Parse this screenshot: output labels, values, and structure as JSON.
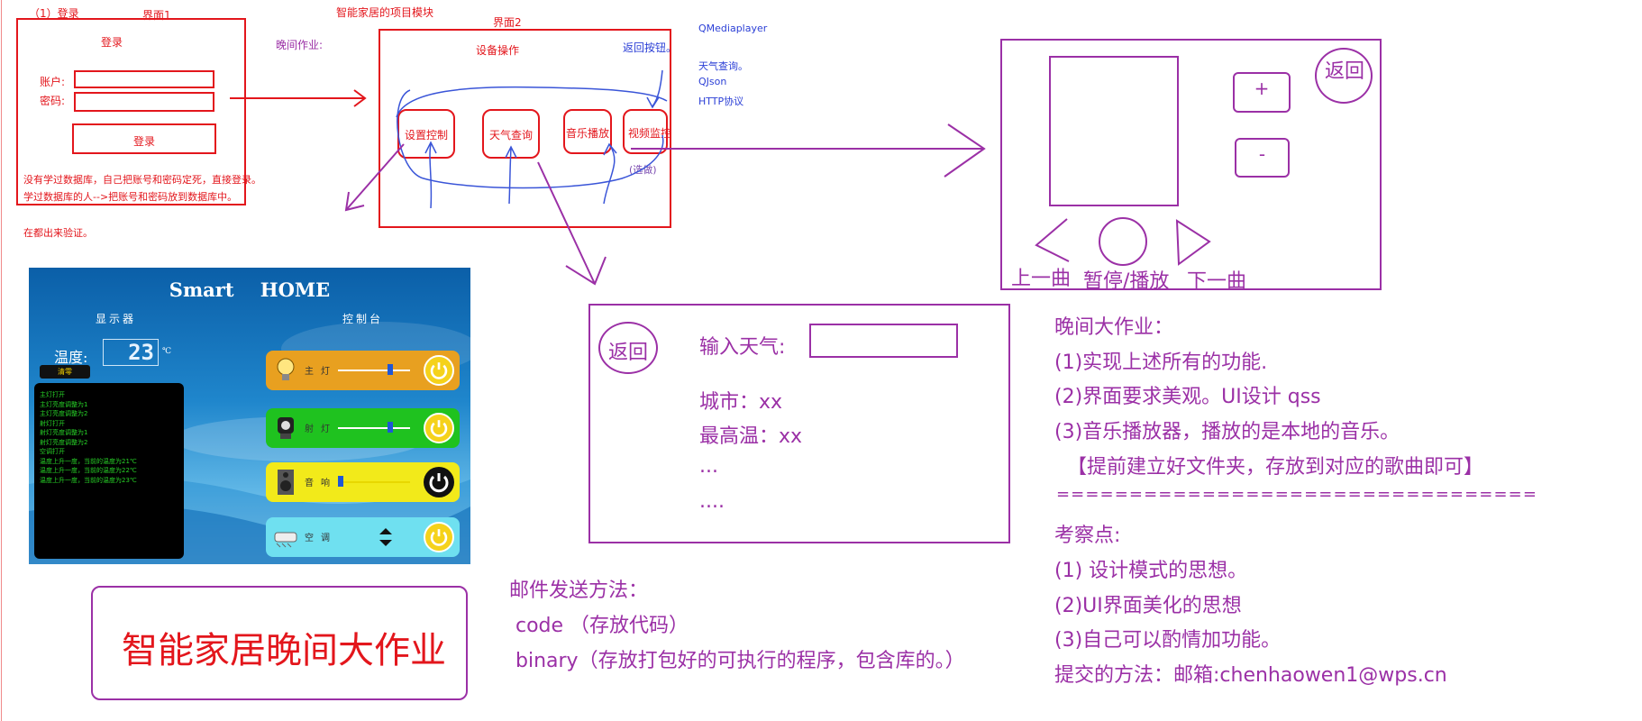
{
  "ui1": {
    "section": "（1）登录",
    "title": "界面1",
    "login_heading": "登录",
    "account_label": "账户:",
    "password_label": "密码:",
    "login_button": "登录",
    "note1": "没有学过数据库，自己把账号和密码定死，直接登录。",
    "note2": "学过数据库的人-->把账号和密码放到数据库中。",
    "note3": "在都出来验证。"
  },
  "module_title": "智能家居的项目模块",
  "evening_label": "晚间作业:",
  "ui2": {
    "title": "界面2",
    "device_op": "设备操作",
    "back_button": "返回按钮。",
    "buttons": [
      "设置控制",
      "天气查询",
      "音乐播放",
      "视频监控"
    ],
    "optional": "(选做)"
  },
  "tech_notes": [
    "QMediaplayer",
    "天气查询。",
    "QJson",
    "HTTP协议"
  ],
  "player": {
    "back": "返回",
    "plus": "+",
    "minus": "-",
    "prev": "上一曲",
    "pause_play": "暂停/播放",
    "next": "下一曲"
  },
  "smart_home": {
    "title": "Smart    HOME",
    "display_label": "显示器",
    "console_label": "控制台",
    "temp_label": "温度:",
    "temp_value": "23",
    "temp_unit": "℃",
    "clear_button": "清零",
    "log_lines": [
      "主灯打开",
      "主灯亮度调整为1",
      "主灯亮度调整为2",
      "射灯打开",
      "射灯亮度调整为1",
      "射灯亮度调整为2",
      "空调打开",
      "温度上升一度，当前的温度为21℃",
      "温度上升一度，当前的温度为22℃",
      "温度上升一度，当前的温度为23℃"
    ],
    "devices": [
      {
        "name": "主灯",
        "color": "#e8a020"
      },
      {
        "name": "射灯",
        "color": "#1fc21f"
      },
      {
        "name": "音响",
        "color": "#f2ea1a"
      },
      {
        "name": "空调",
        "color": "#6fe0f0"
      }
    ]
  },
  "weather": {
    "back": "返回",
    "input_label": "输入天气:",
    "city": "城市：xx",
    "max_temp": "最高温：xx",
    "dots1": "...",
    "dots2": "...."
  },
  "big_title": "智能家居晚间大作业",
  "email": {
    "heading": "邮件发送方法：",
    "code": "code （存放代码）",
    "binary": "binary（存放打包好的可执行的程序，包含库的。）"
  },
  "homework": {
    "heading": "晚间大作业：",
    "items": [
      "(1)实现上述所有的功能.",
      "(2)界面要求美观。UI设计 qss",
      "(3)音乐播放器，播放的是本地的音乐。",
      "  【提前建立好文件夹，存放到对应的歌曲即可】"
    ],
    "separator": "=================================",
    "exam_heading": "考察点:",
    "exam_items": [
      "(1) 设计模式的思想。",
      "(2)UI界面美化的思想",
      "(3)自己可以酌情加功能。"
    ],
    "submit": "提交的方法：邮箱:chenhaowen1@wps.cn"
  }
}
